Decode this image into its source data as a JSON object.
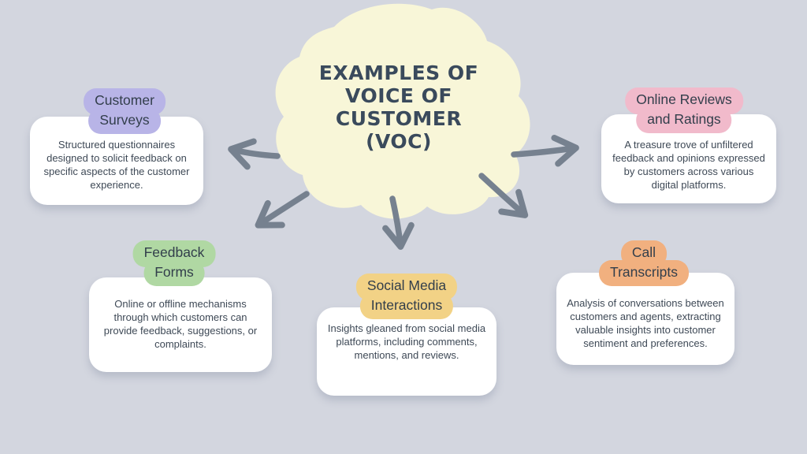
{
  "background_color": "#d3d6df",
  "center": {
    "title_lines": [
      "EXAMPLES OF",
      "VOICE OF",
      "CUSTOMER",
      "(VOC)"
    ],
    "blob_color": "#f8f6d8",
    "text_color": "#3a4a5c"
  },
  "arrow_color": "#76818f",
  "nodes": [
    {
      "id": "customer-surveys",
      "label_lines": [
        "Customer",
        "Surveys"
      ],
      "label_color": "#b8b4e7",
      "description": "Structured questionnaires designed to solicit feedback on specific aspects of the customer experience."
    },
    {
      "id": "online-reviews-and-ratings",
      "label_lines": [
        "Online Reviews",
        "and Ratings"
      ],
      "label_color": "#f1bacb",
      "description": "A treasure trove of unfiltered feedback and opinions expressed by customers across various digital platforms."
    },
    {
      "id": "feedback-forms",
      "label_lines": [
        "Feedback",
        "Forms"
      ],
      "label_color": "#b0d8a3",
      "description": "Online or offline mechanisms through which customers can provide feedback, suggestions, or complaints."
    },
    {
      "id": "social-media-interactions",
      "label_lines": [
        "Social Media",
        "Interactions"
      ],
      "label_color": "#f2d286",
      "description": "Insights gleaned from social media platforms, including comments, mentions, and reviews."
    },
    {
      "id": "call-transcripts",
      "label_lines": [
        "Call",
        "Transcripts"
      ],
      "label_color": "#f1b07f",
      "description": "Analysis of conversations between customers and agents, extracting valuable insights into customer sentiment and preferences."
    }
  ]
}
